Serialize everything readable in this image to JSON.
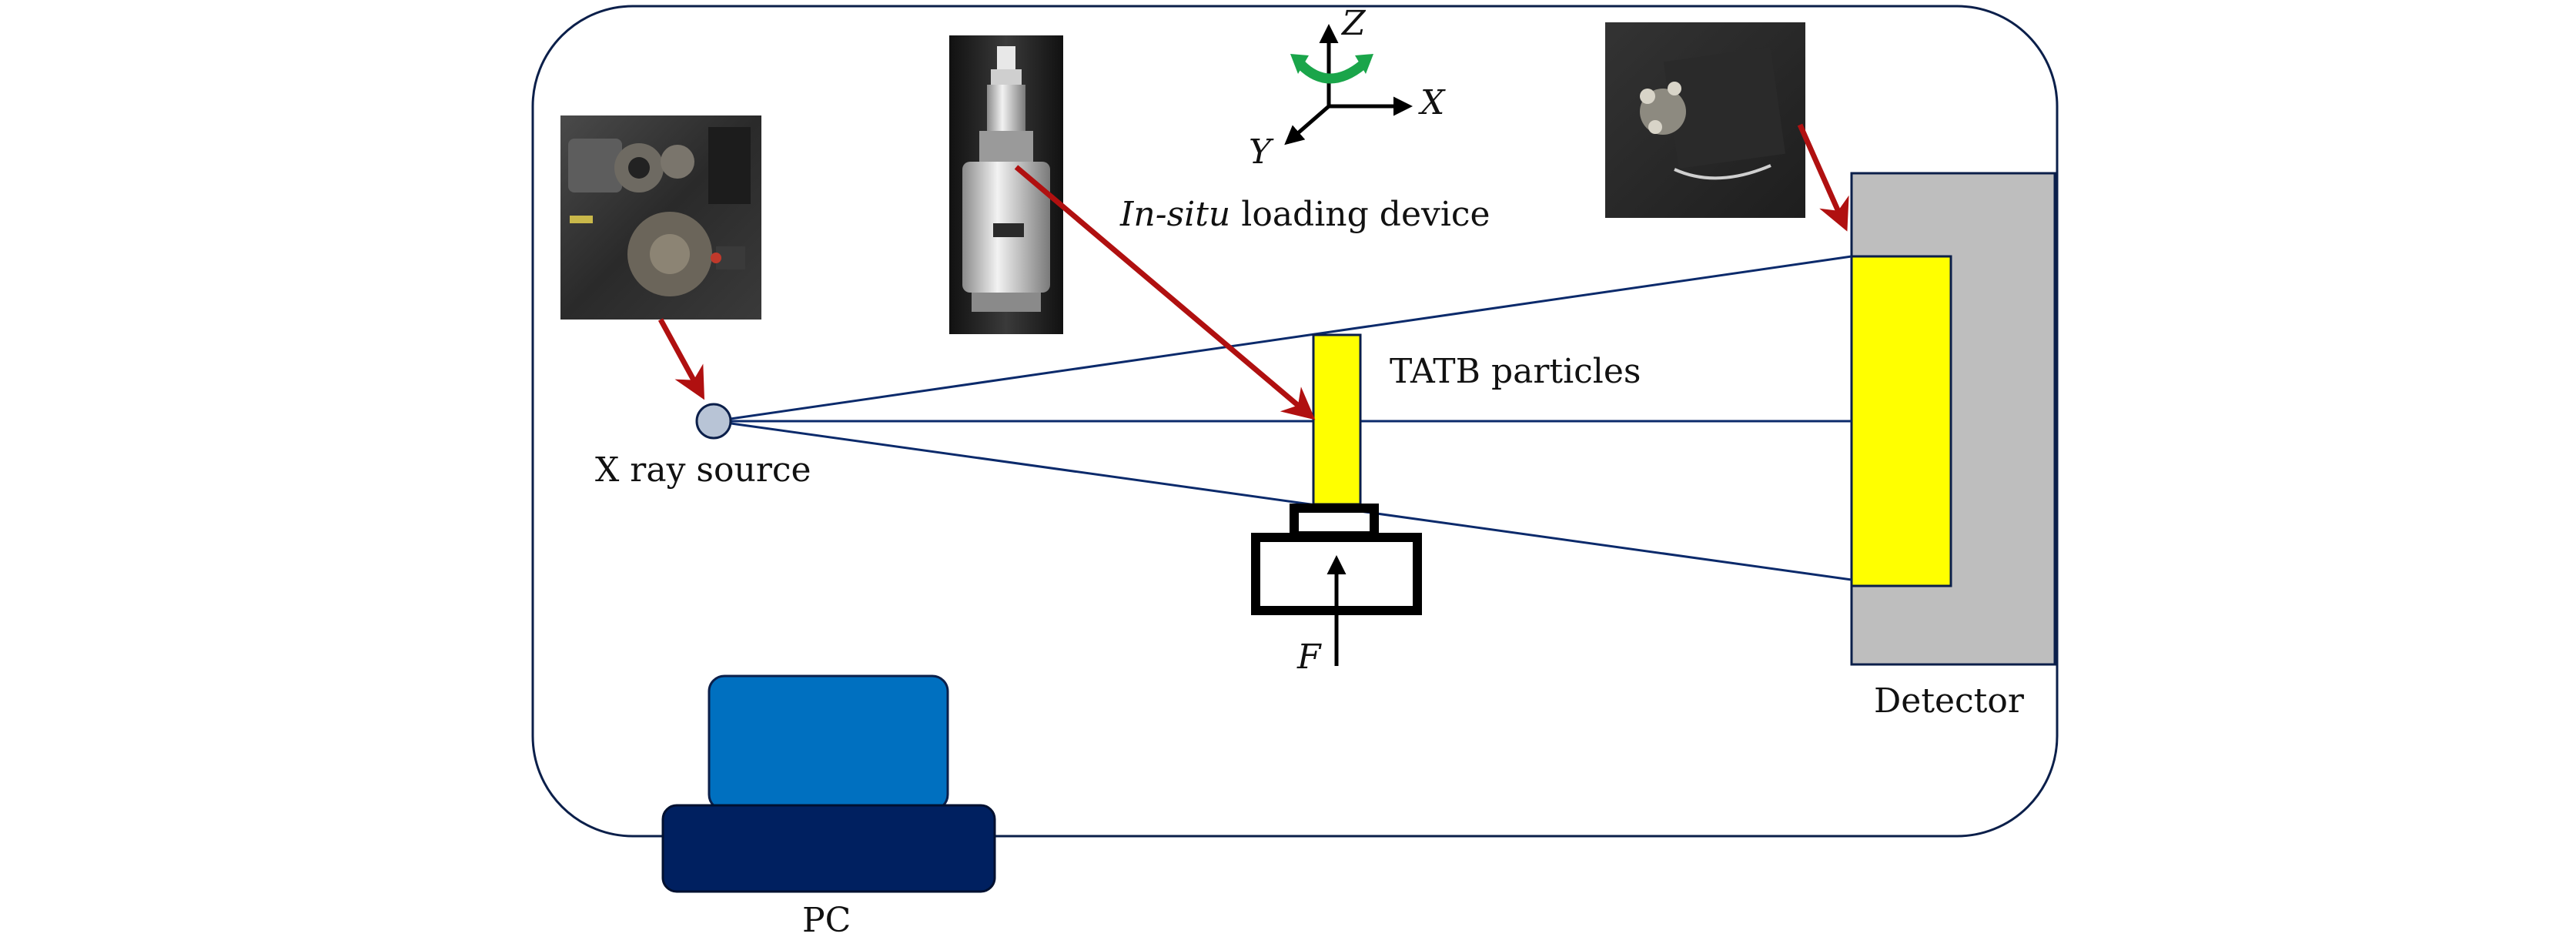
{
  "labels": {
    "xray_source": "X ray source",
    "loading_device_italic": "In-situ",
    "loading_device_rest": " loading device",
    "particles": "TATB particles",
    "detector": "Detector",
    "pc": "PC",
    "force": "F"
  },
  "axes": {
    "x": "X",
    "y": "Y",
    "z": "Z"
  },
  "colors": {
    "enclosure_stroke": "#0b1f4a",
    "beam": "#0b2a6b",
    "arrow": "#b01010",
    "sample": "#ffff00",
    "detector_body": "#bebebe",
    "monitor": "#0070c0",
    "pc_base": "#002060",
    "rotation_arrow": "#1aa54a",
    "source_dot": "#b8c4d6"
  },
  "icons": {
    "xray_photo": "photo-xray-source-equipment",
    "loading_photo": "photo-in-situ-loading-device",
    "detector_photo": "photo-detector-equipment",
    "rotation": "rotation-arrow-icon",
    "force_arrow": "force-arrow-icon"
  }
}
